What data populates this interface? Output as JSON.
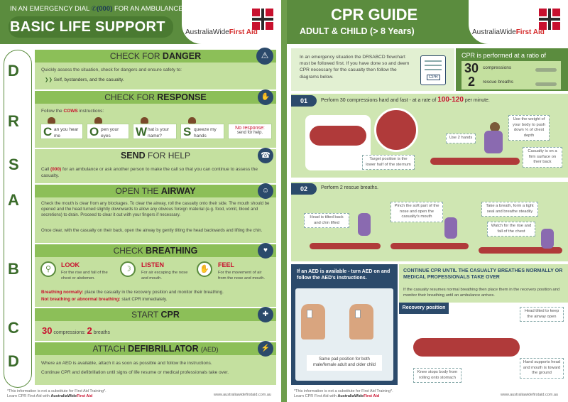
{
  "left": {
    "header": {
      "line1a": "IN AN EMERGENCY DIAL",
      "line1b": "(000)",
      "line1c": "FOR AN AMBULANCE",
      "title": "BASIC LIFE SUPPORT",
      "brand_a": "AustraliaWide",
      "brand_b": "First Aid"
    },
    "letters": [
      "D",
      "R",
      "S",
      "A",
      "B",
      "C",
      "D"
    ],
    "danger": {
      "title": "CHECK FOR",
      "title_b": "DANGER",
      "text": "Quickly assess the situation, check for dangers and ensure safety to:",
      "item": "Self, bystanders, and the casualty."
    },
    "response": {
      "title": "CHECK FOR",
      "title_b": "RESPONSE",
      "intro_a": "Follow the",
      "intro_b": "COWS",
      "intro_c": "instructions:",
      "cows": [
        {
          "letter": "C",
          "text": "an you hear me"
        },
        {
          "letter": "O",
          "text": "pen your eyes"
        },
        {
          "letter": "W",
          "text": "hat is your name?"
        },
        {
          "letter": "S",
          "text": "queeze my hands"
        }
      ],
      "no_response_a": "No response:",
      "no_response_b": "send for help."
    },
    "send": {
      "title_b": "SEND",
      "title": "FOR HELP",
      "text_a": "Call",
      "text_b": "(000)",
      "text_c": "for an ambulance or ask another person to make the call so that you can continue to assess the casualty."
    },
    "airway": {
      "title": "OPEN THE",
      "title_b": "AIRWAY",
      "text1": "Check the mouth is clear from any blockages. To clear the airway, roll the casualty onto their side. The mouth should be opened and the head turned slightly downwards to allow any obvious foreign material (e.g. food, vomit, blood and secretions) to drain. Proceed to clear it out with your fingers if necessary.",
      "text2": "Once clear, with the casualty on their back, open the airway by gently tilting the head backwards and lifting the chin."
    },
    "breathing": {
      "title": "CHECK",
      "title_b": "BREATHING",
      "cols": [
        {
          "head": "LOOK",
          "text": "For the rise and fall of the chest or abdomen."
        },
        {
          "head": "LISTEN",
          "text": "For air escaping the nose and mouth."
        },
        {
          "head": "FEEL",
          "text": "For the movement of air from the nose and mouth."
        }
      ],
      "normal_a": "Breathing normally:",
      "normal_b": "place the casualty in the recovery position and monitor their breathing.",
      "abnormal_a": "Not breathing or abnormal breathing:",
      "abnormal_b": "start CPR immediately."
    },
    "cpr": {
      "title": "START",
      "title_b": "CPR",
      "c_num": "30",
      "c_text": "compressions:",
      "b_num": "2",
      "b_text": "breaths"
    },
    "defib": {
      "title": "ATTACH",
      "title_b": "DEFIBRILLATOR",
      "title_c": "(AED)",
      "text1": "Where an AED is available, attach it as soon as possible and follow the instructions.",
      "text2": "Continue CPR and defibrillation until signs of life resume or medical professionals take over."
    },
    "footer": {
      "line1": "*This information is not a substitute for First Aid Training*.",
      "line2_a": "Learn CPR First Aid with",
      "line2_b": "AustraliaWide",
      "line2_c": "First Aid",
      "url": "www.australiawidefirstaid.com.au"
    }
  },
  "right": {
    "header": {
      "title": "CPR GUIDE",
      "subtitle": "ADULT & CHILD (> 8 Years)",
      "brand_a": "AustraliaWide",
      "brand_b": "First Aid"
    },
    "intro": "In an emergency situation the DRSABCD flowchart must be followed first. If you have done so and deem CPR necessary for the casualty then follow the diagrams below.",
    "clip_label": "CPR",
    "ratio": {
      "title": "CPR is performed at a ratio of",
      "n1": "30",
      "t1": "compressions",
      "n2": "2",
      "t2": "rescue breaths"
    },
    "step1": {
      "num": "01",
      "text_a": "Perform 30 compressions hard and fast - at a rate of",
      "text_b": "100-120",
      "text_c": "per minute.",
      "callouts": [
        "Target position is the lower half of the sternum",
        "Use 2 hands",
        "Use the weight of your body to push down ⅓ of chest depth",
        "Casualty is on a firm surface on their back"
      ]
    },
    "step2": {
      "num": "02",
      "text": "Perform 2 rescue breaths.",
      "callouts": [
        "Head is tilted back and chin lifted",
        "Pinch the soft part of the nose and open the casualty's mouth",
        "Take a breath, form a tight seal and breathe steadily",
        "Watch for the rise and fall of the chest"
      ]
    },
    "aed": {
      "title": "If an AED is available - turn AED on and follow the AED's instructions.",
      "pad_label": "Same pad position for both male/female adult and older child"
    },
    "continue": {
      "title": "CONTINUE CPR UNTIL THE CASUALTY BREATHES NORMALLY OR MEDICAL PROFESSIONALS TAKE OVER",
      "text": "If the casualty resumes normal breathing then place them in the recovery position and monitor their breathing until an ambulance arrives.",
      "tab": "Recovery position",
      "callouts": [
        "Head tilted to keep the airway open",
        "Hand supports head and mouth is toward the ground",
        "Knee stops body from rolling onto stomach"
      ]
    },
    "footer": {
      "line1": "*This information is not a substitute for First Aid Training*.",
      "line2_a": "Learn CPR First Aid with",
      "line2_b": "AustraliaWide",
      "line2_c": "First Aid",
      "url": "www.australiawidefirstaid.com.au"
    }
  },
  "colors": {
    "green_dark": "#5b8c3e",
    "green_bar": "#8cbf58",
    "green_light": "#c4e09f",
    "red": "#c8102e",
    "navy": "#2b4a6b"
  }
}
